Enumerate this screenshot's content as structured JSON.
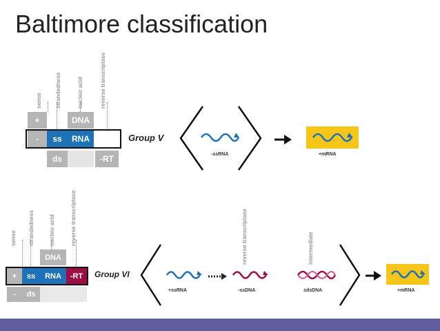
{
  "slide": {
    "title": "Baltimore classification"
  },
  "group_v": {
    "column_headers": {
      "sense": "sense",
      "strandedness": "strandedness",
      "nucleic_acid": "nucleic acid",
      "reverse_transcriptase": "reverse transcriptase"
    },
    "top_row": {
      "sense": "+",
      "nucleic_acid": "DNA"
    },
    "selected_row": {
      "sense": "-",
      "strandedness": "ss",
      "nucleic_acid": "RNA"
    },
    "bottom_row": {
      "strandedness": "ds",
      "reverse_transcriptase": "-RT"
    },
    "label": "Group V",
    "genome": "-ssRNA",
    "product": "+mRNA"
  },
  "group_vi": {
    "column_headers": {
      "sense": "sense",
      "strandedness": "strandedness",
      "nucleic_acid": "nucleic acid",
      "reverse_transcriptase": "reverse transcriptase"
    },
    "top_row": {
      "nucleic_acid": "DNA"
    },
    "selected_row": {
      "sense": "+",
      "strandedness": "ss",
      "nucleic_acid": "RNA",
      "reverse_transcriptase": "-RT"
    },
    "bottom_row": {
      "sense": "-",
      "strandedness": "ds"
    },
    "label": "Group VI",
    "genome": "+ssRNA",
    "step_label": "reverse transcriptase",
    "intermediate_1": "-ssDNA",
    "intermediate_label": "intermediate",
    "intermediate_2": "±dsDNA",
    "product": "+mRNA"
  },
  "colors": {
    "rna": "#1d72b8",
    "reverse_transcription": "#9b0f45",
    "mrna_highlight": "#f5c518",
    "bottom_bar": "#5f5fa0"
  },
  "icons": [
    "right-arrow-icon",
    "dotted-arrow-icon",
    "wave-icon",
    "double-helix-icon",
    "angle-bracket-icon"
  ]
}
